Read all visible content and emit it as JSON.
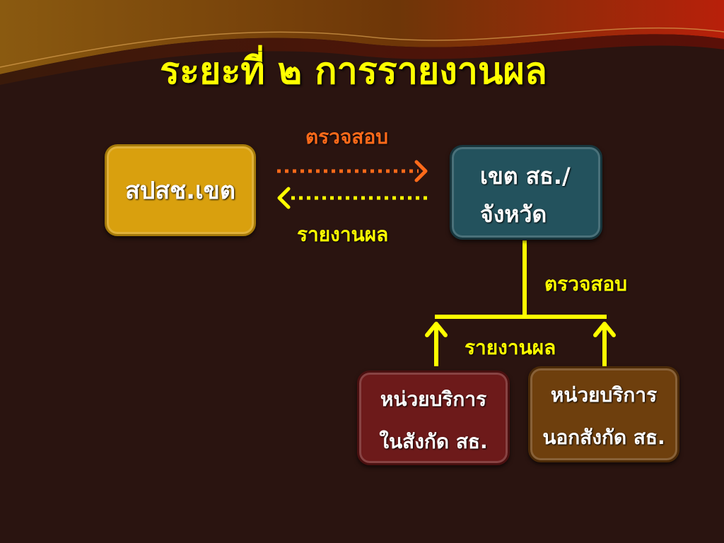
{
  "title": "ระยะที่ ๒ การรายงานผล",
  "labels": {
    "inspect_top": "ตรวจสอบ",
    "report_left": "รายงานผล",
    "inspect_right": "ตรวจสอบ",
    "report_bottom": "รายงานผล"
  },
  "nodes": {
    "region_office": "สปสช.เขต",
    "province_line1": "เขต สธ./",
    "province_line2": "จังหวัด",
    "inside_line1": "หน่วยบริการ",
    "inside_line2": "ในสังกัด สธ.",
    "outside_line1": "หน่วยบริการ",
    "outside_line2": "นอกสังกัด สธ."
  },
  "colors": {
    "background": "#2a1410",
    "title": "#ffff00",
    "inspect_label": "#ff6a1a",
    "report_label": "#ffff00",
    "region_box": "#d9a00e",
    "province_box": "#23525d",
    "inside_box": "#6d1a1a",
    "outside_box": "#6e3f0d"
  }
}
